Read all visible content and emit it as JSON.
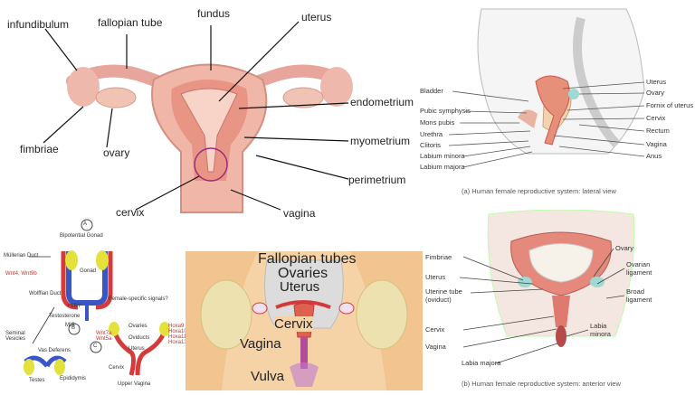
{
  "uterus_diagram": {
    "labels": {
      "infundibulum": "infundibulum",
      "fallopian_tube": "fallopian tube",
      "fundus": "fundus",
      "uterus": "uterus",
      "endometrium": "endometrium",
      "myometrium": "myometrium",
      "perimetrium": "perimetrium",
      "fimbriae": "fimbriae",
      "ovary": "ovary",
      "cervix": "cervix",
      "vagina": "vagina"
    }
  },
  "lateral_view": {
    "left_labels": [
      "Bladder",
      "Pubic symphysis",
      "Mons pubis",
      "Urethra",
      "Clitoris",
      "Labium minora",
      "Labium majora"
    ],
    "right_labels": [
      "Uterus",
      "Ovary",
      "Fornix of uterus",
      "Cervix",
      "Rectum",
      "Vagina",
      "Anus"
    ],
    "caption": "(a) Human female reproductive system: lateral view"
  },
  "development": {
    "circle_a": "A",
    "bipotential_gonad": "Bipotential Gonad",
    "mullerian_duct": "Müllerian Duct",
    "wnt_mullerian": "Wnt4, Wnt9b",
    "gonad": "Gonad",
    "wolffian_duct": "Wolffian Duct",
    "sry": "+SRY",
    "testosterone": "Testosterone",
    "mis": "MIS",
    "circle_b": "B",
    "circle_c": "C",
    "female_signals": "Female-specific signals?",
    "seminal_vesicles": "Seminal Vesicles",
    "vas_deferens": "Vas Deferens",
    "testes": "Testes",
    "epididymis": "Epididymis",
    "ovaries": "Ovaries",
    "oviducts": "Oviducts",
    "uterus": "Uterus",
    "cervix": "Cervix",
    "upper_vagina": "Upper Vagina",
    "wnt_left": "Wnt7a Wnt5a",
    "hox_right": "Hoxa9 Hoxa10 Hoxa11 Hoxa13"
  },
  "illustration": {
    "fallopian_tubes": "Fallopian tubes",
    "ovaries": "Ovaries",
    "uterus": "Uterus",
    "cervix": "Cervix",
    "vagina": "Vagina",
    "vulva": "Vulva"
  },
  "anterior_view": {
    "left_labels": [
      "Fimbriae",
      "Uterus",
      "Uterine tube (oviduct)",
      "Cervix",
      "Vagina",
      "Labia majora"
    ],
    "right_labels": [
      "Ovary",
      "Ovarian ligament",
      "Broad ligament",
      "Labia minora"
    ],
    "caption": "(b) Human female reproductive system: anterior view"
  }
}
